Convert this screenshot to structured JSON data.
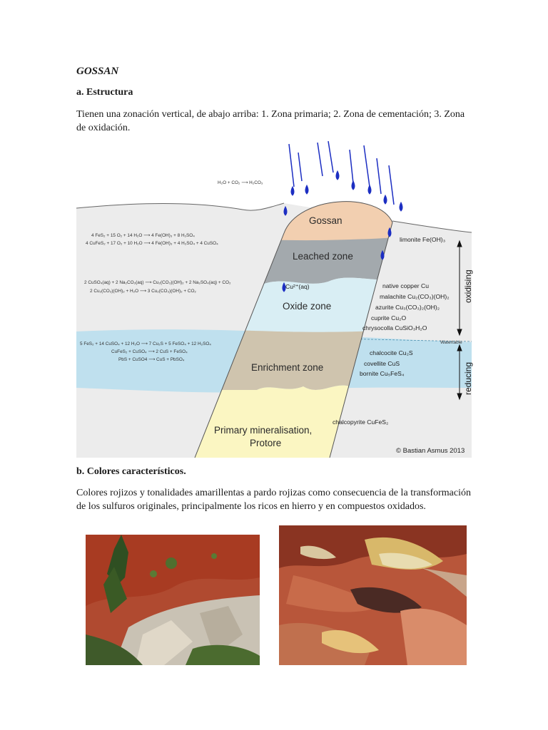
{
  "document": {
    "title": "GOSSAN",
    "section_a": {
      "heading": "a. Estructura",
      "text": "Tienen una zonación vertical, de abajo arriba: 1. Zona primaria; 2. Zona de cementación; 3. Zona de oxidación."
    },
    "section_b": {
      "heading": "b. Colores característicos.",
      "text": "Colores rojizos y tonalidades amarillentas a pardo rojizas como consecuencia de la transformación de los sulfuros originales, principalmente los ricos en hierro y en compuestos oxidados."
    }
  },
  "diagram": {
    "top_reaction": "H₂O + CO₂  ⟶  H₂CO₃",
    "zones": {
      "gossan": "Gossan",
      "leached": "Leached zone",
      "oxide": "Oxide zone",
      "enrichment": "Enrichment zone",
      "primary_line1": "Primary mineralisation,",
      "primary_line2": "Protore"
    },
    "cu_ion": "Cu²⁺(aq)",
    "reactions_top": [
      "4 FeS₂ + 15 O₂ + 14 H₂O  ⟶  4 Fe(OH)₃ + 8 H₂SO₄",
      "4 CuFeS₂ + 17 O₂ + 10 H₂O  ⟶  4 Fe(OH)₃ + 4 H₂SO₄ + 4 CuSO₄"
    ],
    "reactions_mid": [
      "2 CuSO₄(aq) + 2 Na₂CO₃(aq)  ⟶  Cu₂(CO₃)(OH)₂ + 2 Na₂SO₄(aq) + CO₂",
      "2 Cu₂(CO₃)(OH)₂ + H₂O  ⟶  3 Cu₂(CO₃)(OH)₂ + CO₂"
    ],
    "reactions_bottom": [
      "5 FeS₂ + 14 CuSO₄ + 12 H₂O  ⟶  7 Cu₂S + 5 FeSO₄ + 12 H₂SO₄",
      "CuFeS₂ + CuSO₄  ⟶  2 CuS + FeSO₄",
      "PbS + CuSO4  ⟶  CuS + PbSO₄"
    ],
    "minerals_oxidising": [
      "limonite  Fe(OH)₃",
      "native copper  Cu",
      "malachite  Cu₂(CO₃)(OH)₂",
      "azurite  Cu₃(CO₃)₂(OH)₂",
      "cuprite  Cu₂O",
      "chrysocolla  CuSiO₃H₂O"
    ],
    "minerals_reducing": [
      "chalcocite  Cu₂S",
      "covellite  CuS",
      "bornite  Cu₅FeS₄"
    ],
    "mineral_primary": "chalcopyrite  CuFeS₂",
    "watertable": "Watertable",
    "label_oxidising": "oxidising",
    "label_reducing": "reducing",
    "credit": "© Bastian Asmus 2013"
  },
  "colors": {
    "gossan": "#f2cfb0",
    "leached": "#a3a9ad",
    "oxide": "#d9eef4",
    "enrichment": "#cfc4ae",
    "primary": "#fbf6c2",
    "groundwater": "#bfe0ee",
    "rock": "#ececec",
    "rain": "#1c2ec2"
  }
}
